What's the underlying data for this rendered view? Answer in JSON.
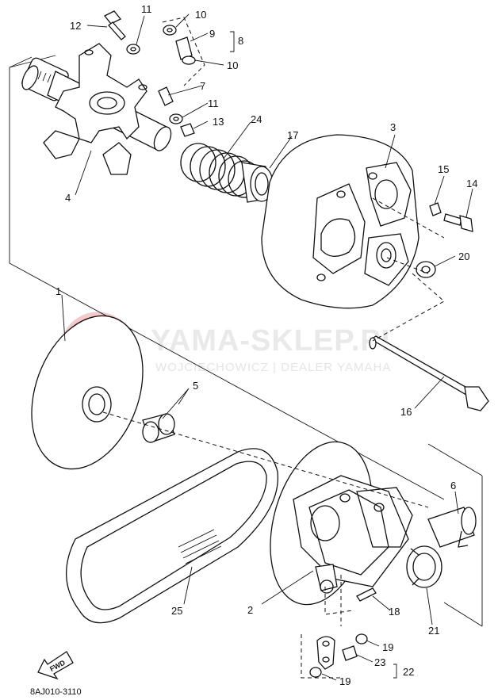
{
  "watermark": {
    "title": "YAMA-SKLEP.PL",
    "subtitle": "WOJCIECHOWICZ | DEALER YAMAHA"
  },
  "diagram_code": "8AJ010-3110",
  "fwd_label": "FWD",
  "callouts": {
    "c1": "1",
    "c2": "2",
    "c3": "3",
    "c4": "4",
    "c5": "5",
    "c6": "6",
    "c7": "7",
    "c8": "8",
    "c9": "9",
    "c10a": "10",
    "c10b": "10",
    "c11a": "11",
    "c11b": "11",
    "c12": "12",
    "c13": "13",
    "c14": "14",
    "c15": "15",
    "c16": "16",
    "c17": "17",
    "c18": "18",
    "c19a": "19",
    "c19b": "19",
    "c20": "20",
    "c21": "21",
    "c22": "22",
    "c23": "23",
    "c24": "24",
    "c25": "25"
  }
}
